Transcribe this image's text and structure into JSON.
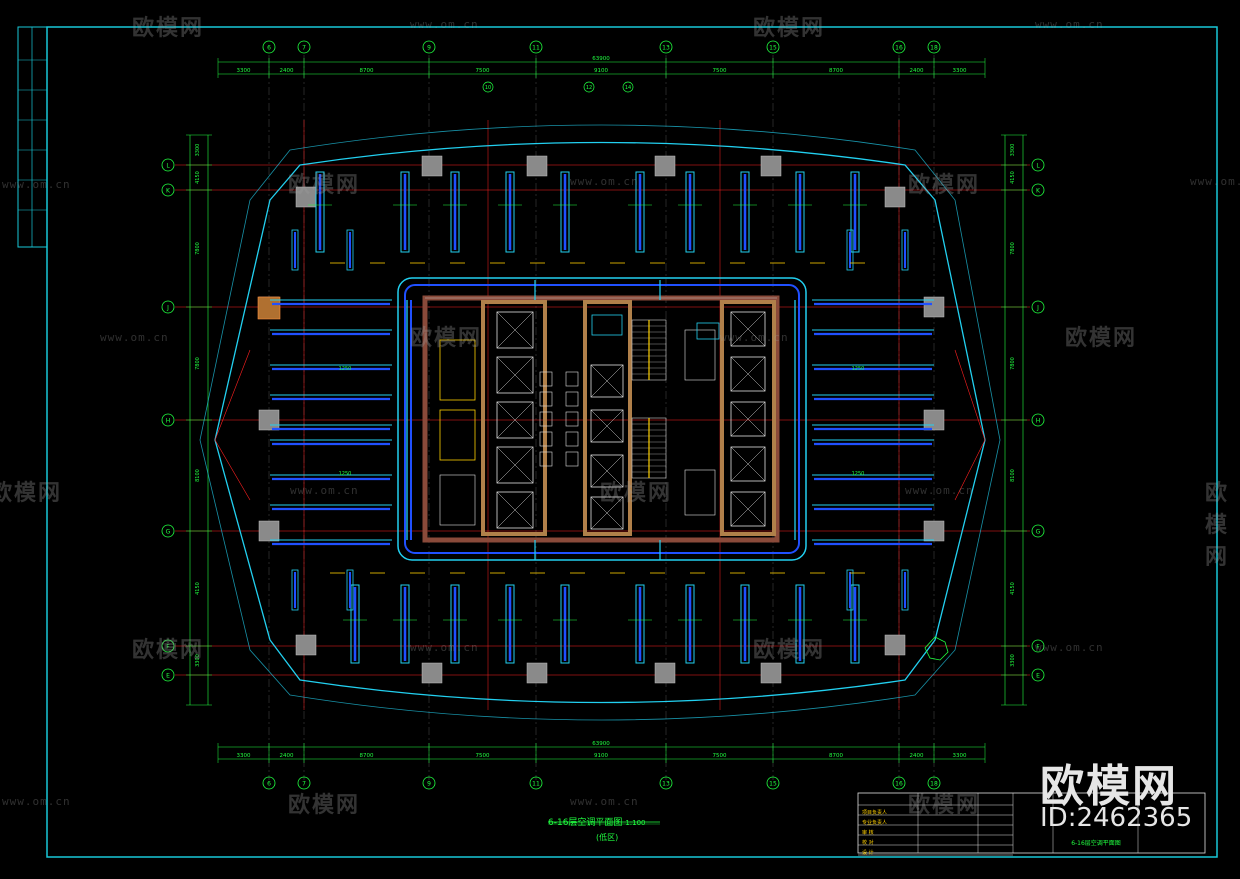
{
  "drawing": {
    "title": "6-16层空调平面图",
    "subtitle": "(低区)",
    "scale": "1:100",
    "overall_dim": "63900"
  },
  "watermark": {
    "brand": "欧模网",
    "url": "www.om.cn",
    "id": "ID:2462365"
  },
  "grid_cols_top": [
    "6",
    "7",
    "9",
    "11",
    "13",
    "15",
    "16",
    "18"
  ],
  "grid_cols_top_inner": [
    "10",
    "12",
    "14"
  ],
  "grid_rows": [
    "L",
    "K",
    "J",
    "H",
    "G",
    "F",
    "E"
  ],
  "dims_top": [
    "3300",
    "2400",
    "8700",
    "7500",
    "9100",
    "7500",
    "8700",
    "2400",
    "3300"
  ],
  "dims_side": [
    "3300",
    "4150",
    "7800",
    "7800",
    "8100",
    "4150",
    "3300"
  ],
  "title_block": {
    "rows": [
      "项目负责人",
      "专业负责人",
      "审 核",
      "校 对",
      "设 计"
    ],
    "sheet_name": "6-16层空调平面图"
  },
  "colors": {
    "border": "#19c8d8",
    "wall": "#8a4a3a",
    "column": "#8a8a8a",
    "duct_blue": "#2050ff",
    "duct_cyan": "#22d0f0",
    "grid_red": "#ff2020",
    "dim_green": "#20ff40",
    "core_wall": "#b0804a"
  }
}
